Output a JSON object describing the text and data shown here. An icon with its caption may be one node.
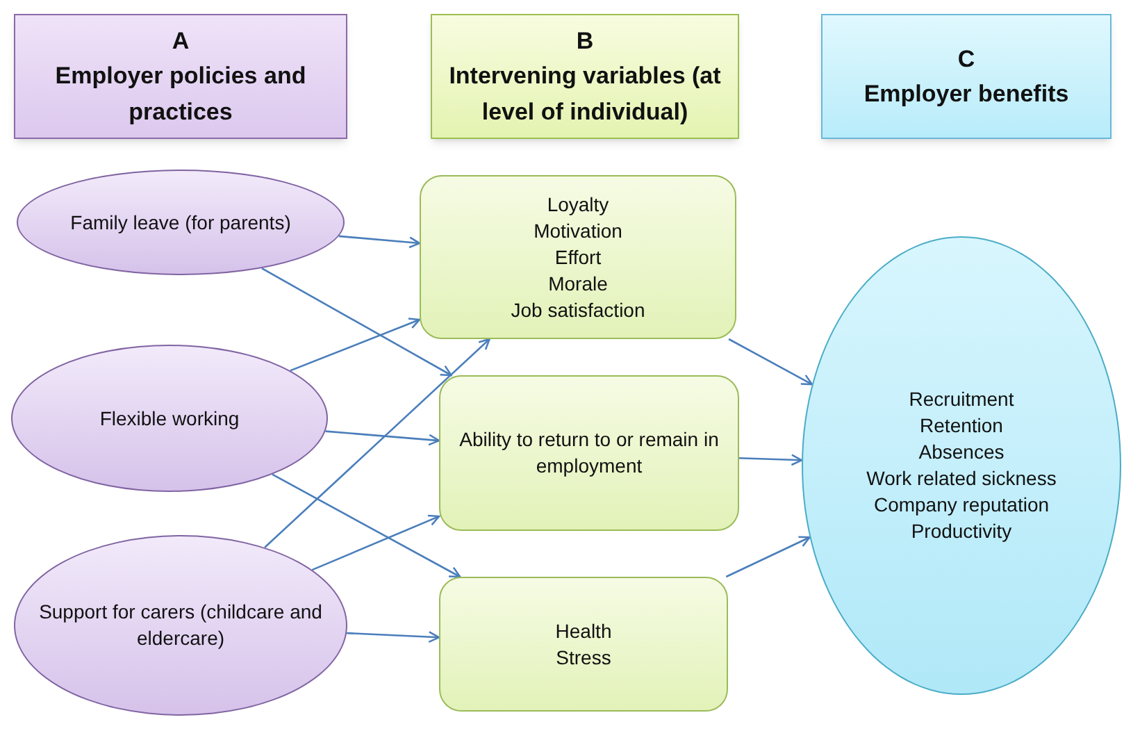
{
  "diagram": {
    "nodes": [
      {
        "text": [
          "A",
          "Employer policies and practices"
        ]
      },
      {
        "text": [
          "B",
          "Intervening variables (at level of individual)"
        ]
      },
      {
        "text": [
          "C",
          "Employer benefits"
        ]
      },
      {
        "text": [
          "Family leave (for parents)"
        ]
      },
      {
        "text": [
          "Flexible working"
        ]
      },
      {
        "text": [
          "Support for carers (childcare and eldercare)"
        ]
      },
      {
        "text": [
          "Loyalty",
          "Motivation",
          "Effort",
          "Morale",
          "Job satisfaction"
        ]
      },
      {
        "text": [
          "Ability to return to or remain in employment"
        ]
      },
      {
        "text": [
          "Health",
          "Stress"
        ]
      },
      {
        "text": [
          "Recruitment",
          "Retention",
          "Absences",
          "Work related sickness",
          "Company reputation",
          "Productivity"
        ]
      }
    ],
    "edges": [
      {
        "from": 3,
        "to": 6,
        "arrow": "to"
      },
      {
        "from": 3,
        "to": 7,
        "arrow": "to"
      },
      {
        "from": 4,
        "to": 6,
        "arrow": "to"
      },
      {
        "from": 4,
        "to": 7,
        "arrow": "to"
      },
      {
        "from": 4,
        "to": 8,
        "arrow": "to"
      },
      {
        "from": 5,
        "to": 6,
        "arrow": "to"
      },
      {
        "from": 5,
        "to": 7,
        "arrow": "to"
      },
      {
        "from": 5,
        "to": 8,
        "arrow": "to"
      },
      {
        "from": 6,
        "to": 9,
        "arrow": "to"
      },
      {
        "from": 7,
        "to": 9,
        "arrow": "to"
      },
      {
        "from": 8,
        "to": 9,
        "arrow": "to"
      }
    ]
  }
}
